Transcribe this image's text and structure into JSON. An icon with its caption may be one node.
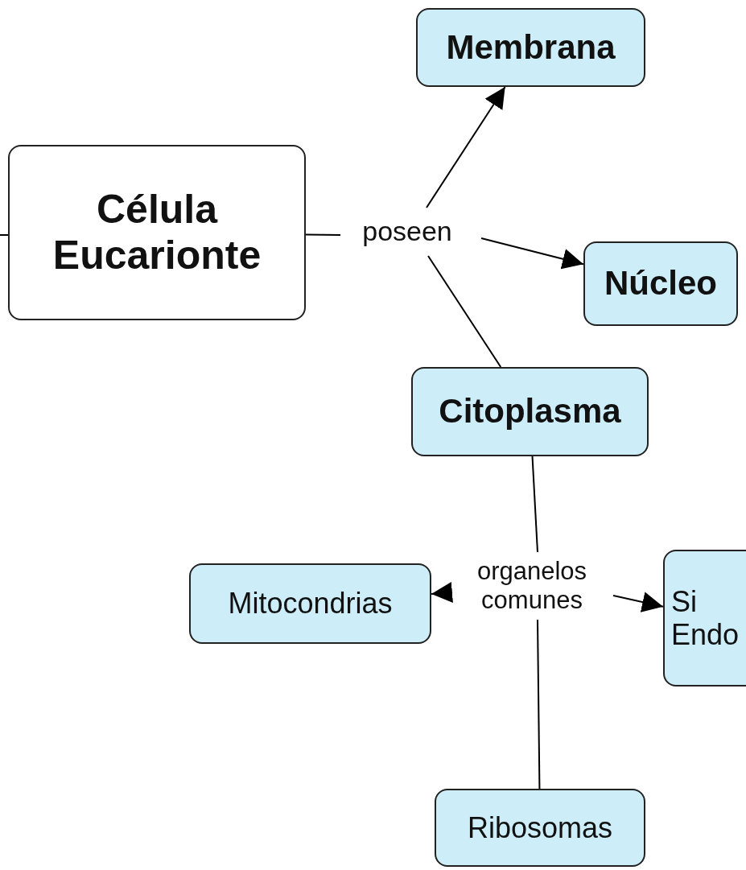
{
  "diagram": {
    "nodes": [
      {
        "text": [
          "Célula Eucarionte"
        ]
      },
      {
        "text": [
          "poseen"
        ]
      },
      {
        "text": [
          "Membrana"
        ]
      },
      {
        "text": [
          "Núcleo"
        ]
      },
      {
        "text": [
          "Citoplasma"
        ]
      },
      {
        "text": [
          "organelos comunes"
        ]
      },
      {
        "text": [
          "Mitocondrias"
        ]
      },
      {
        "text": [
          "Si Endo"
        ]
      },
      {
        "text": [
          "Ribosomas"
        ]
      }
    ],
    "edges": [
      {
        "from": null,
        "to": 0,
        "arrow": "none"
      },
      {
        "from": 0,
        "to": 1,
        "arrow": "none"
      },
      {
        "from": 1,
        "to": 2,
        "arrow": "to"
      },
      {
        "from": 1,
        "to": 3,
        "arrow": "to"
      },
      {
        "from": 1,
        "to": 4,
        "arrow": "none"
      },
      {
        "from": 4,
        "to": 5,
        "arrow": "none"
      },
      {
        "from": 5,
        "to": 6,
        "arrow": "to"
      },
      {
        "from": 5,
        "to": 7,
        "arrow": "to"
      },
      {
        "from": 5,
        "to": 8,
        "arrow": "none"
      }
    ]
  }
}
